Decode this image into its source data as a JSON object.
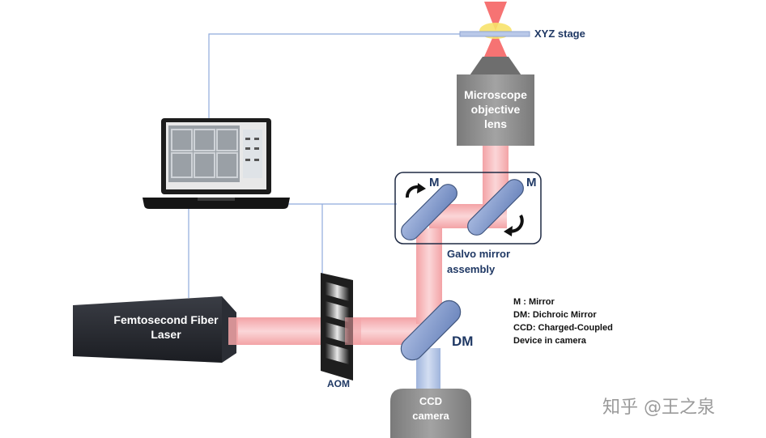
{
  "labels": {
    "xyz_stage": "XYZ stage",
    "objective_line1": "Microscope",
    "objective_line2": "objective",
    "objective_line3": "lens",
    "mirror_left": "M",
    "mirror_right": "M",
    "galvo_line1": "Galvo mirror",
    "galvo_line2": "assembly",
    "laser_line1": "Femtosecond Fiber",
    "laser_line2": "Laser",
    "aom": "AOM",
    "dm": "DM",
    "ccd_line1": "CCD",
    "ccd_line2": "camera"
  },
  "legend": {
    "line1": "M : Mirror",
    "line2": "DM: Dichroic Mirror",
    "line3": "CCD: Charged-Coupled",
    "line4": "Device in camera"
  },
  "watermark": "知乎 @王之泉",
  "colors": {
    "beam": "#f4a0a4",
    "beam_core": "#f8c9cb",
    "mirror": "#7f97c9",
    "mirror_edge": "#42577f",
    "objective": "#8c8c8c",
    "label_blue": "#1f3864",
    "line": "#8faadc"
  }
}
